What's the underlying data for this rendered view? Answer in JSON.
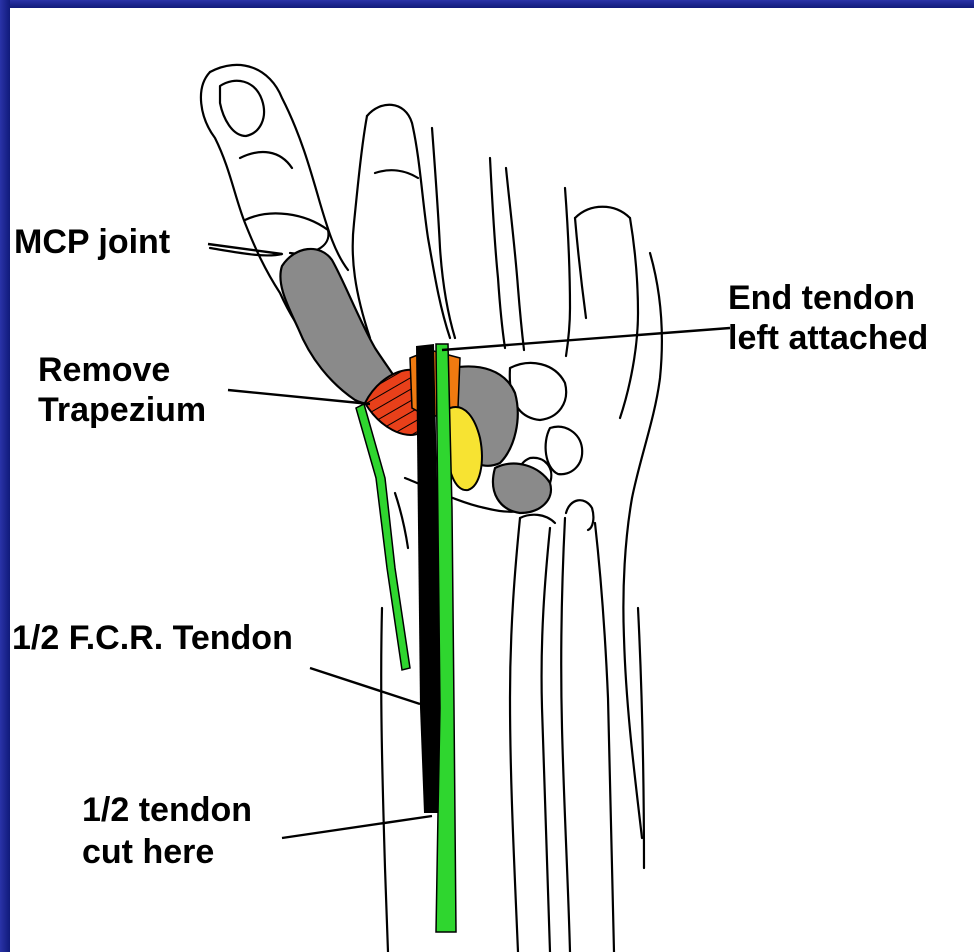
{
  "labels": {
    "mcp_joint": "MCP joint",
    "remove_trapezium_line1": "Remove",
    "remove_trapezium_line2": "Trapezium",
    "end_tendon_line1": "End tendon",
    "end_tendon_line2": "left attached",
    "fcr_tendon": "1/2 F.C.R. Tendon",
    "tendon_cut_line1": "1/2 tendon",
    "tendon_cut_line2": "cut here"
  },
  "colors": {
    "frame": "#101a7a",
    "background": "#ffffff",
    "outline": "#000000",
    "bone_gray": "#8a8a8a",
    "trapezium_red": "#e8401a",
    "trapezium_orange": "#f07a10",
    "tendon_green": "#2fd62f",
    "yellow": "#f7e332"
  }
}
